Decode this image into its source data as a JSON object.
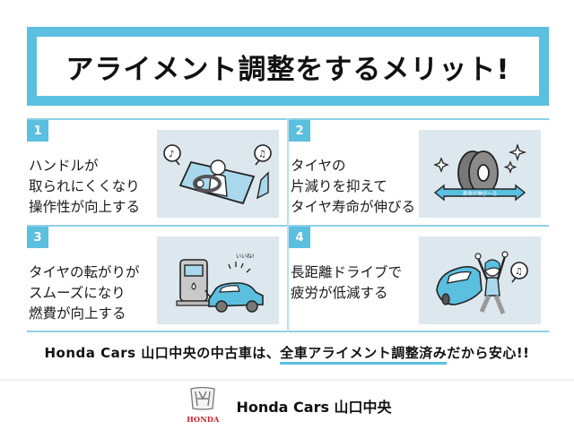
{
  "title": "アライメント調整をするメリット!",
  "colors": {
    "accent": "#5bbfdf",
    "illustration_bg": "#dde7ee",
    "grid_line": "#8fd0e6",
    "honda_red": "#cc1f2a"
  },
  "benefits": [
    {
      "number": "1",
      "text": "ハンドルが\n取られにくくなり\n操作性が向上する",
      "illustration": "driver-steering-icon"
    },
    {
      "number": "2",
      "text": "タイヤの\n片減りを抑えて\nタイヤ寿命が伸びる",
      "illustration": "tire-lifespan-icon",
      "arrow_label": "寿命が伸び～る"
    },
    {
      "number": "3",
      "text": "タイヤの転がりが\nスムーズになり\n燃費が向上する",
      "illustration": "fuel-pump-car-icon",
      "speech_label": "いいね!"
    },
    {
      "number": "4",
      "text": "長距離ドライブで\n疲労が低減する",
      "illustration": "happy-person-car-icon"
    }
  ],
  "tagline": {
    "prefix": "Honda Cars 山口中央の中古車は、",
    "highlight": "全車アライメント調整済み",
    "suffix": "だから安心!!"
  },
  "footer": {
    "logo_word": "HONDA",
    "brand": "Honda Cars 山口中央"
  }
}
